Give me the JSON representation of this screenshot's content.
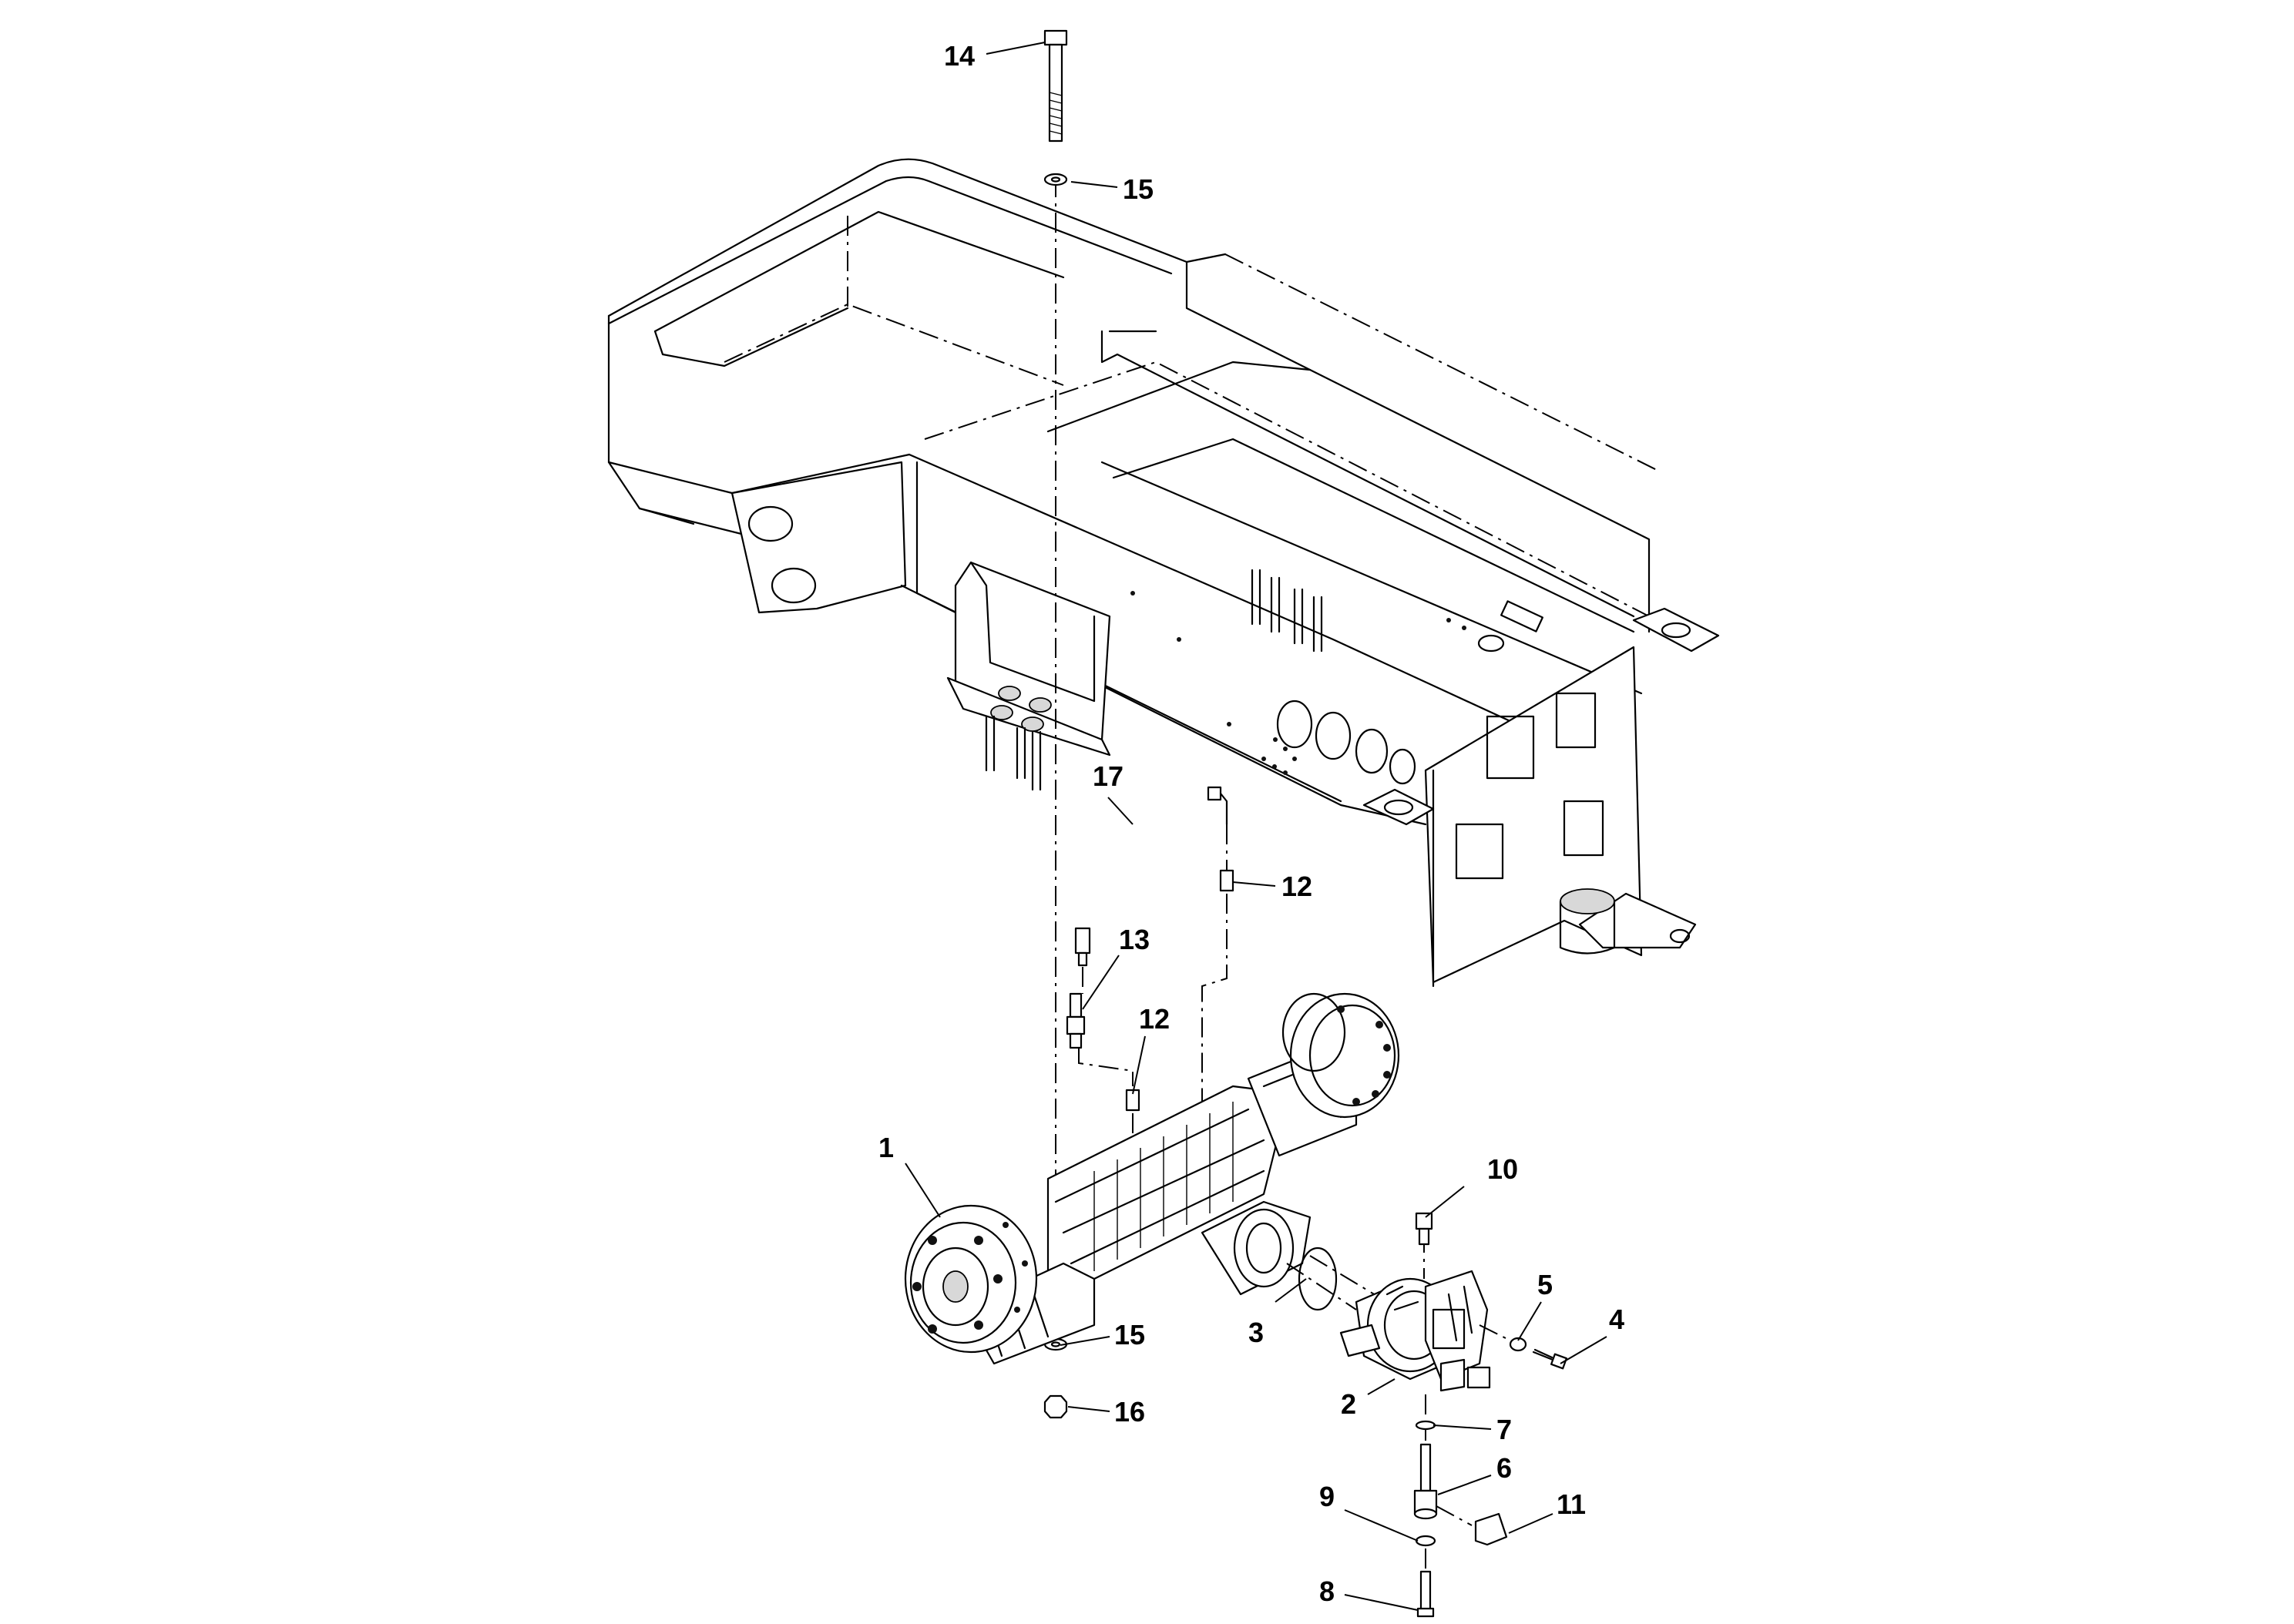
{
  "diagram": {
    "callouts": [
      {
        "id": "c1",
        "label": "1"
      },
      {
        "id": "c2",
        "label": "2"
      },
      {
        "id": "c3",
        "label": "3"
      },
      {
        "id": "c4",
        "label": "4"
      },
      {
        "id": "c5",
        "label": "5"
      },
      {
        "id": "c6",
        "label": "6"
      },
      {
        "id": "c7",
        "label": "7"
      },
      {
        "id": "c8",
        "label": "8"
      },
      {
        "id": "c9",
        "label": "9"
      },
      {
        "id": "c10",
        "label": "10"
      },
      {
        "id": "c11",
        "label": "11"
      },
      {
        "id": "c12a",
        "label": "12"
      },
      {
        "id": "c12b",
        "label": "12"
      },
      {
        "id": "c13",
        "label": "13"
      },
      {
        "id": "c14",
        "label": "14"
      },
      {
        "id": "c15a",
        "label": "15"
      },
      {
        "id": "c15b",
        "label": "15"
      },
      {
        "id": "c16",
        "label": "16"
      },
      {
        "id": "c17",
        "label": "17"
      }
    ]
  }
}
